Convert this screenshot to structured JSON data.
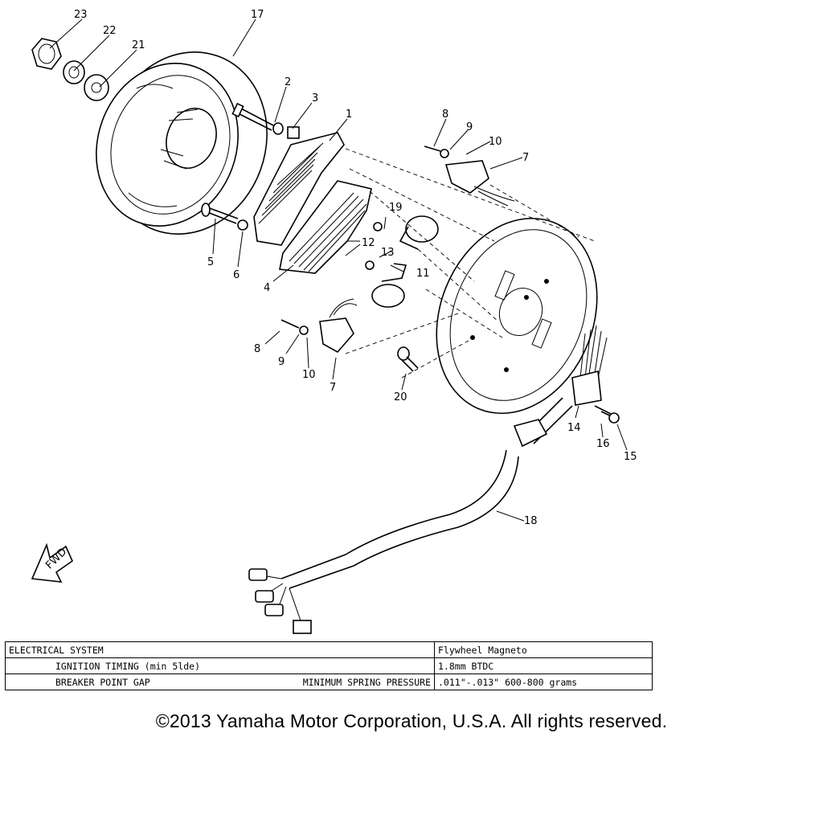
{
  "diagram": {
    "callouts": [
      "1",
      "2",
      "3",
      "4",
      "5",
      "6",
      "7",
      "7",
      "8",
      "8",
      "9",
      "9",
      "10",
      "10",
      "11",
      "12",
      "13",
      "14",
      "15",
      "16",
      "17",
      "18",
      "19",
      "20",
      "21",
      "22",
      "23"
    ],
    "arrow_label": "FWD"
  },
  "spec_table": {
    "rows": [
      {
        "label": "ELECTRICAL SYSTEM",
        "mid": "",
        "value": "Flywheel Magneto"
      },
      {
        "label": "IGNITION TIMING (min 5lde)",
        "mid": "",
        "value": "1.8mm BTDC"
      },
      {
        "label": "BREAKER POINT GAP",
        "mid": "MINIMUM SPRING PRESSURE",
        "value": ".011\"-.013\"   600-800  grams"
      }
    ]
  },
  "copyright": "©2013 Yamaha Motor Corporation, U.S.A. All rights reserved."
}
